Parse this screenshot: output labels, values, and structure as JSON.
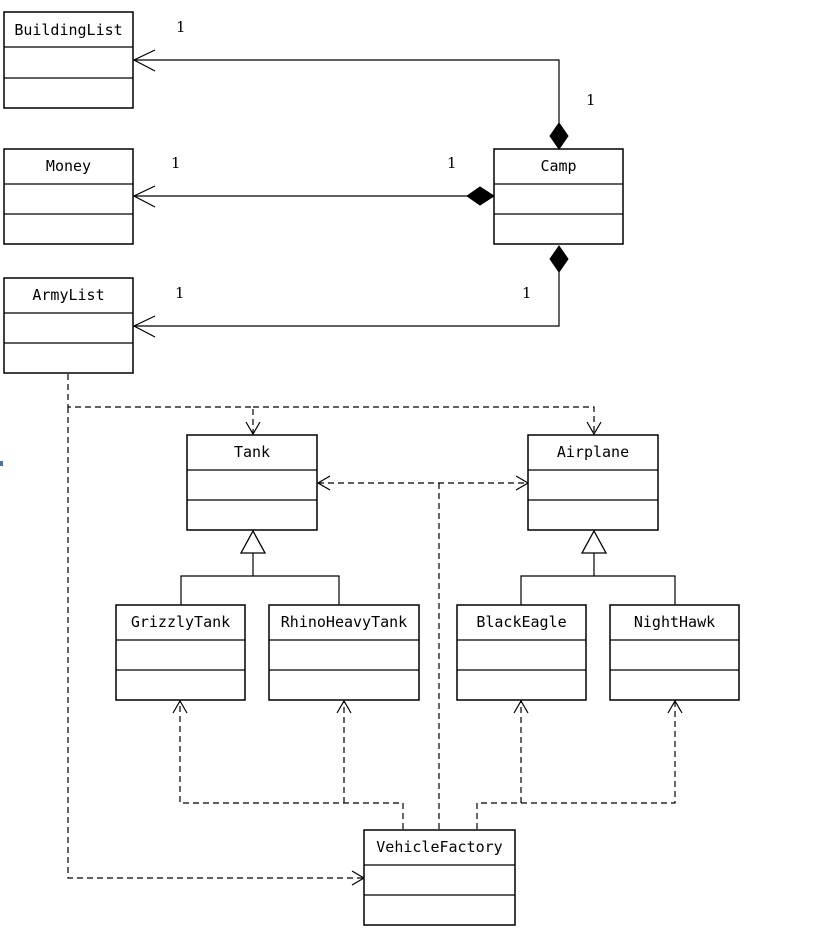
{
  "classes": {
    "buildinglist": "BuildingList",
    "money": "Money",
    "armylist": "ArmyList",
    "camp": "Camp",
    "tank": "Tank",
    "airplane": "Airplane",
    "grizzlytank": "GrizzlyTank",
    "rhinoheavytank": "RhinoHeavyTank",
    "blackeagle": "BlackEagle",
    "nighthawk": "NightHawk",
    "vehiclefactory": "VehicleFactory"
  },
  "multiplicities": {
    "buildinglist_end": "1",
    "camp_buildinglist_end": "1",
    "money_end": "1",
    "camp_money_end": "1",
    "armylist_end": "1",
    "camp_armylist_end": "1"
  }
}
